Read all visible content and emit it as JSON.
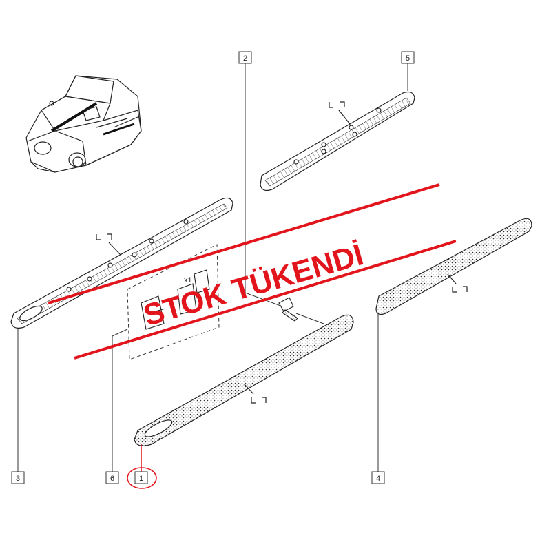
{
  "diagram": {
    "callouts": [
      {
        "id": "callout-1",
        "label": "1",
        "highlighted": true
      },
      {
        "id": "callout-2",
        "label": "2",
        "highlighted": false
      },
      {
        "id": "callout-3",
        "label": "3",
        "highlighted": false
      },
      {
        "id": "callout-4",
        "label": "4",
        "highlighted": false
      },
      {
        "id": "callout-5",
        "label": "5",
        "highlighted": false
      },
      {
        "id": "callout-6",
        "label": "6",
        "highlighted": false
      }
    ],
    "clip_quantity_label": "x1"
  },
  "overlay": {
    "stamp_text": "STOK TÜKENDİ",
    "color": "#e2141c"
  },
  "colors": {
    "line_art": "#222222",
    "background": "#ffffff",
    "highlight": "#e2141c"
  }
}
